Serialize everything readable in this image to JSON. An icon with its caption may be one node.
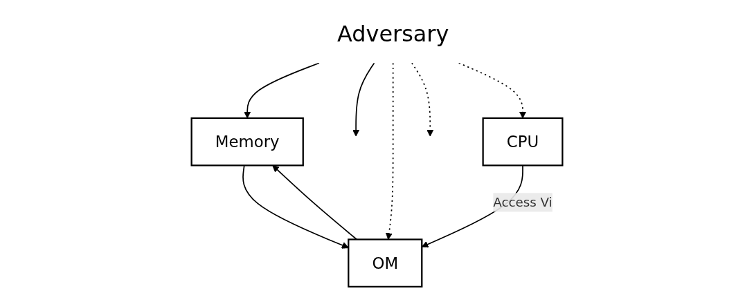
{
  "diagram": {
    "nodes": [
      {
        "text": [
          "Adversary"
        ]
      },
      {
        "text": [
          "Memory"
        ]
      },
      {
        "text": [
          "OM"
        ]
      },
      {
        "text": [
          "CPU"
        ]
      }
    ],
    "edges": [
      {
        "from": 0,
        "to": 1,
        "arrow": "to"
      },
      {
        "from": 0,
        "to": null,
        "arrow": "to"
      },
      {
        "from": 0,
        "to": 2,
        "arrow": "to",
        "style": "dashed"
      },
      {
        "from": 0,
        "to": null,
        "arrow": "to",
        "style": "dashed"
      },
      {
        "from": 0,
        "to": 3,
        "arrow": "to",
        "style": "dashed"
      },
      {
        "from": 1,
        "to": 2,
        "arrow": "to"
      },
      {
        "from": 2,
        "to": 1,
        "arrow": "to"
      },
      {
        "from": 3,
        "to": 2,
        "arrow": "to",
        "label": "Access Vi"
      }
    ]
  }
}
